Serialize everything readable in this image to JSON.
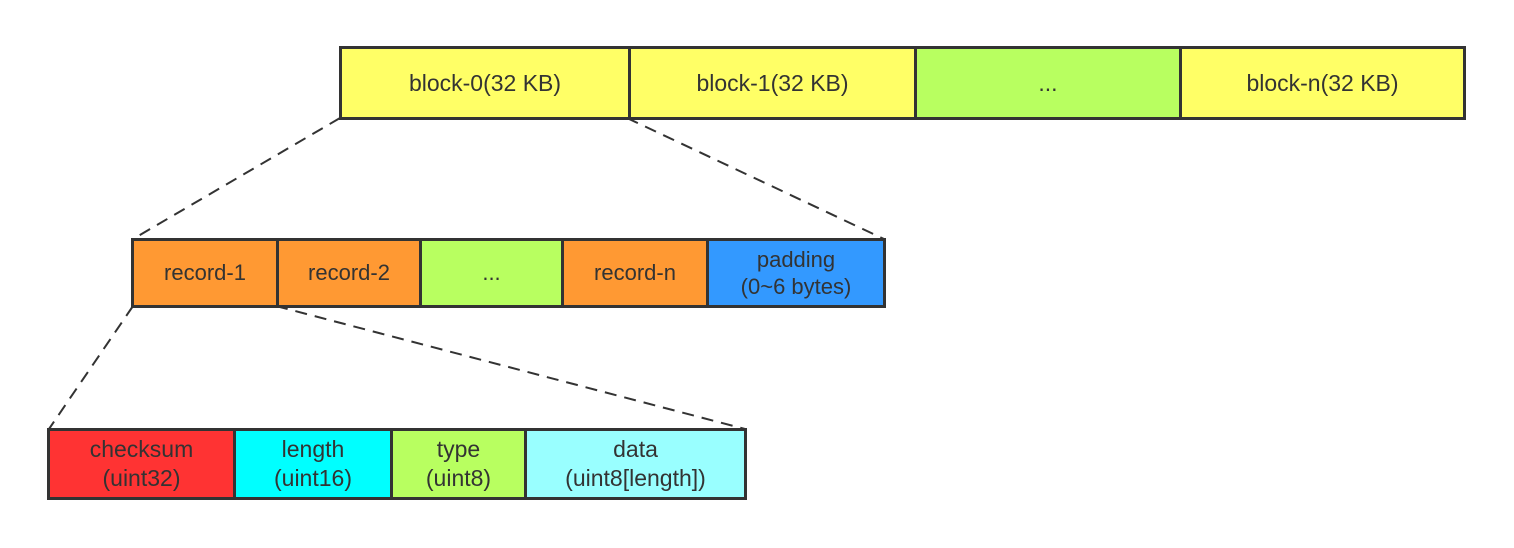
{
  "colors": {
    "block": "#ffff66",
    "ellipsis": "#b8ff60",
    "record": "#ff9933",
    "padding": "#3399ff",
    "checksum": "#ff3333",
    "length": "#00ffff",
    "type": "#b8ff60",
    "data": "#99ffff",
    "outline": "#333333"
  },
  "blocks": [
    {
      "label": "block-0(32 KB)",
      "color": "#ffff66"
    },
    {
      "label": "block-1(32 KB)",
      "color": "#ffff66"
    },
    {
      "label": "...",
      "color": "#b8ff60"
    },
    {
      "label": "block-n(32 KB)",
      "color": "#ffff66"
    }
  ],
  "records": [
    {
      "label": "record-1",
      "color": "#ff9933"
    },
    {
      "label": "record-2",
      "color": "#ff9933"
    },
    {
      "label": "...",
      "color": "#b8ff60"
    },
    {
      "label": "record-n",
      "color": "#ff9933"
    },
    {
      "label": "padding",
      "sub": "(0~6 bytes)",
      "color": "#3399ff"
    }
  ],
  "fields": [
    {
      "label": "checksum",
      "sub": "(uint32)",
      "color": "#ff3333"
    },
    {
      "label": "length",
      "sub": "(uint16)",
      "color": "#00ffff"
    },
    {
      "label": "type",
      "sub": "(uint8)",
      "color": "#b8ff60"
    },
    {
      "label": "data",
      "sub": "(uint8[length])",
      "color": "#99ffff"
    }
  ]
}
